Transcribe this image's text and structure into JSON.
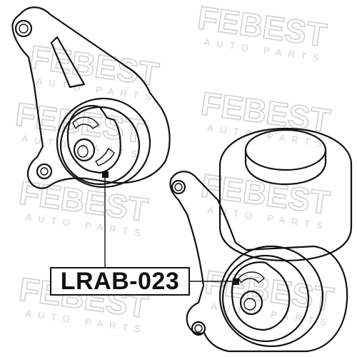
{
  "watermark": {
    "brand": "FEBEST",
    "tagline": "AUTO PARTS",
    "color": "#d9d9d9"
  },
  "part_label": {
    "code": "LRAB-023"
  },
  "colors": {
    "ink": "#111111",
    "background": "#ffffff"
  }
}
